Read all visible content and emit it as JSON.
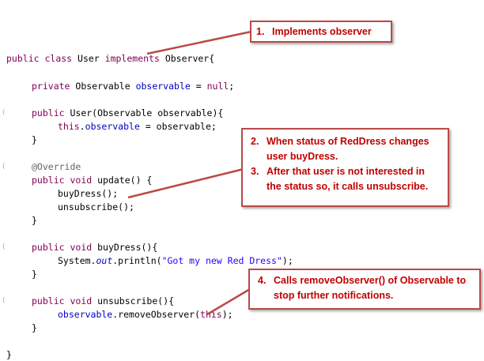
{
  "code": {
    "class_decl": {
      "kw1": "public",
      "kw2": "class",
      "name": " User ",
      "kw3": "implements",
      "rest": " Observer{"
    },
    "field_decl": {
      "kw": "private",
      "type": " Observable ",
      "field": "observable",
      "eq": " = ",
      "kw2": "null",
      "end": ";"
    },
    "ctor_decl": {
      "kw": "public",
      "rest": " User(Observable observable){"
    },
    "ctor_body": {
      "kw": "this",
      "dot": ".",
      "field": "observable",
      "rest": " = observable;"
    },
    "close_brace": "}",
    "override": "@Override",
    "update_decl": {
      "kw1": "public",
      "kw2": "void",
      "rest": " update() {"
    },
    "buy_call": "buyDress();",
    "unsub_call": "unsubscribe();",
    "buy_decl": {
      "kw1": "public",
      "kw2": "void",
      "rest": " buyDress(){"
    },
    "println": {
      "pre": "System.",
      "field": "out",
      "mid": ".println(",
      "str": "\"Got my new Red Dress\"",
      "end": ");"
    },
    "unsub_decl": {
      "kw1": "public",
      "kw2": "void",
      "rest": " unsubscribe(){"
    },
    "remove": {
      "field": "observable",
      "mid": ".removeObserver(",
      "kw": "this",
      "end": ");"
    }
  },
  "callouts": {
    "c1": {
      "num": "1.",
      "text": "Implements observer"
    },
    "c2": {
      "num": "2.",
      "text": "When status of RedDress changes user buyDress."
    },
    "c3": {
      "num": "3.",
      "text": "After that user is not interested in the status so, it calls unsubscribe."
    },
    "c4": {
      "num": "4.",
      "text": "Calls removeObserver() of Observable to stop further notifications."
    }
  },
  "colors": {
    "keyword": "#7f0055",
    "field": "#0000c0",
    "string": "#2a00ff",
    "annotation": "#646464",
    "callout_border": "#b94a48",
    "callout_text": "#c00000"
  }
}
